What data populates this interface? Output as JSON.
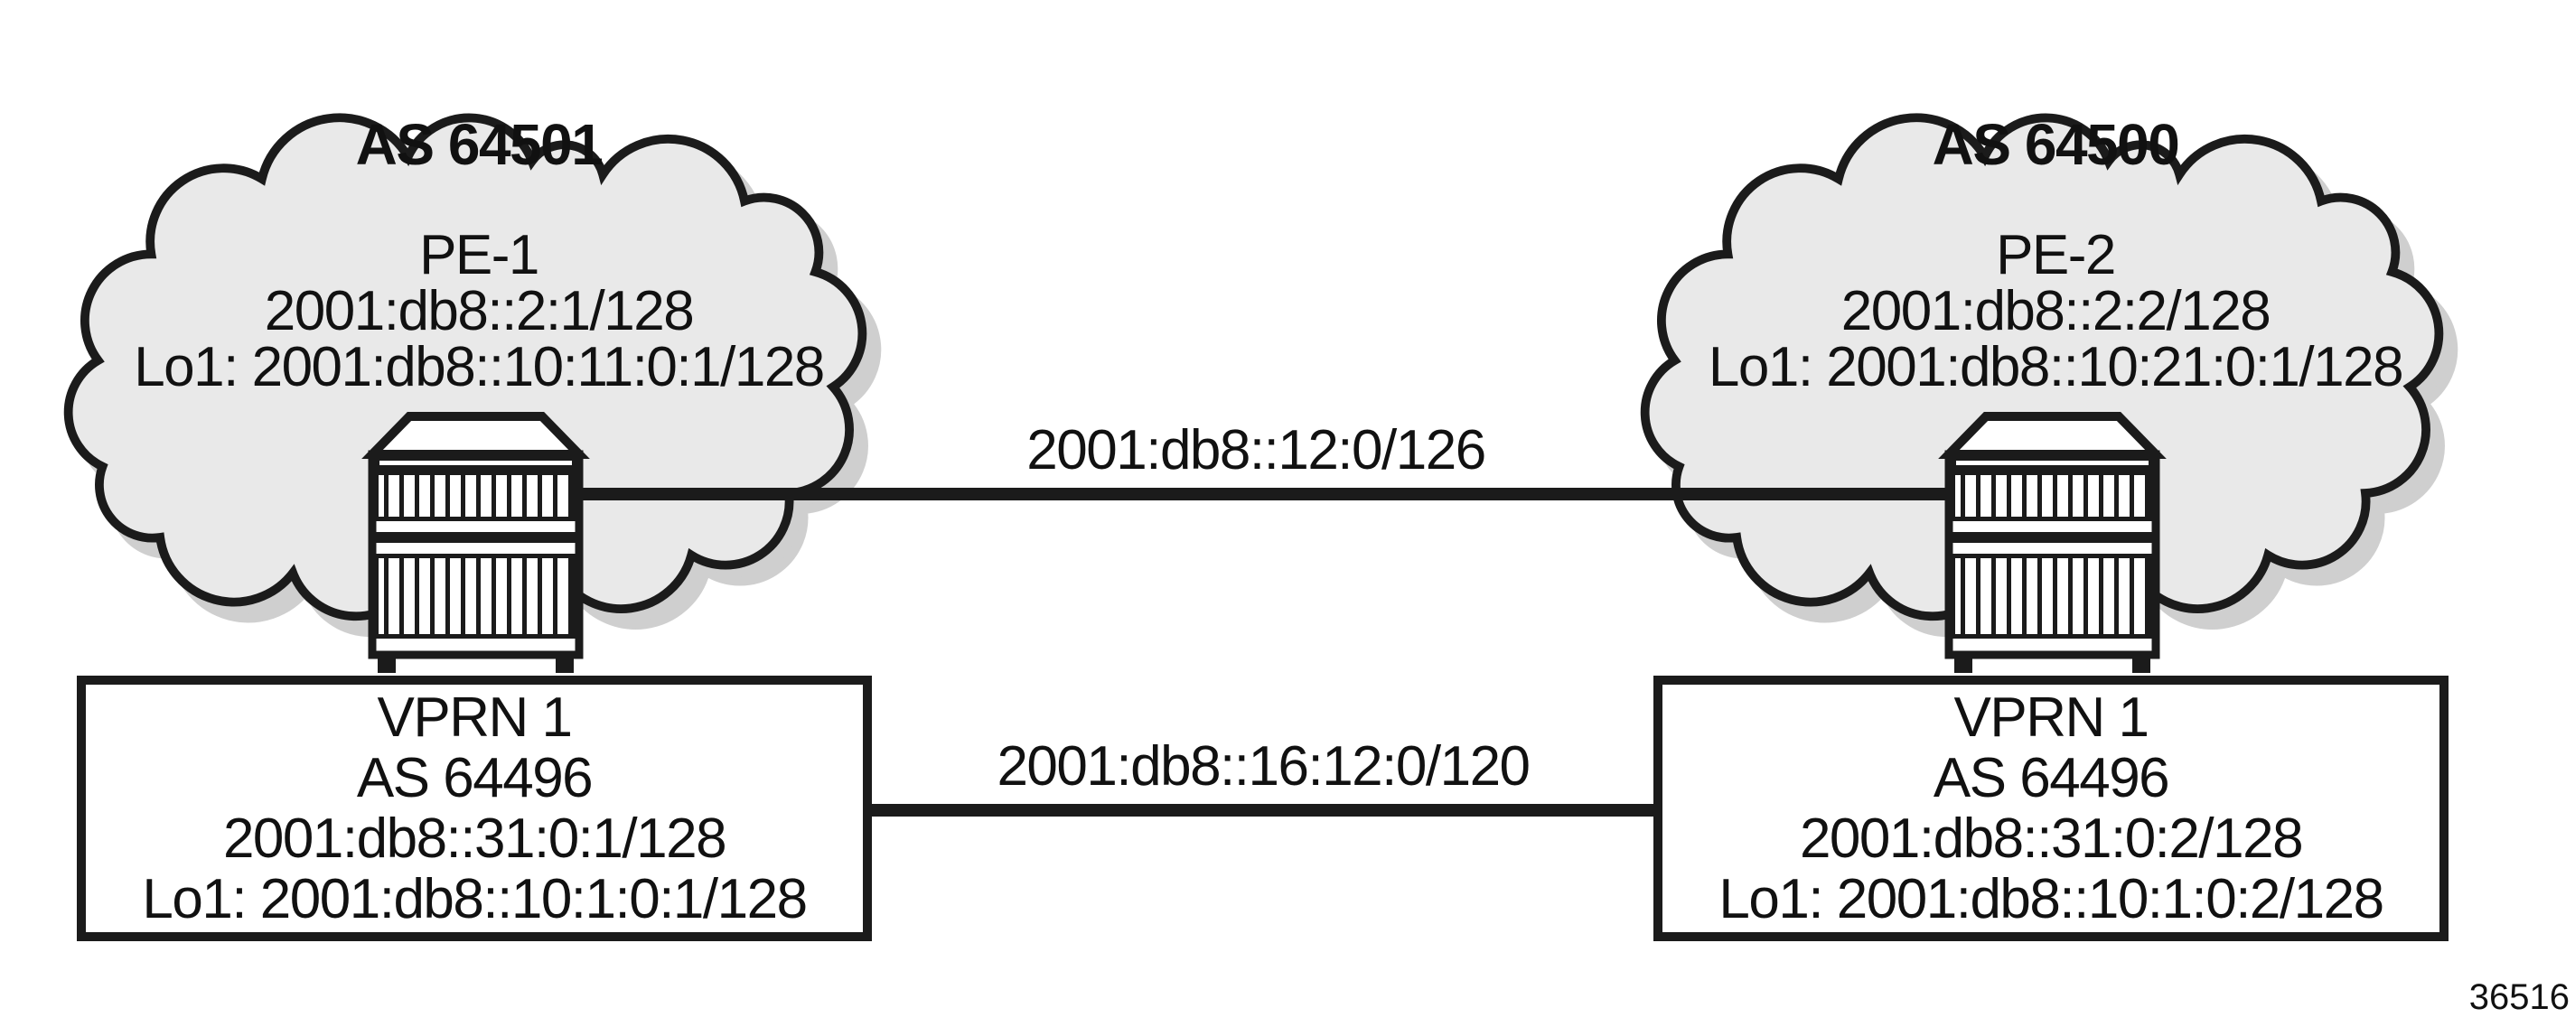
{
  "diagram": {
    "figure_id": "36516",
    "colors": {
      "outline": "#1b1b1b",
      "cloud_fill": "#e9e9e9",
      "shadow": "#cfcfcf",
      "text": "#111111",
      "background": "#ffffff"
    },
    "left_cloud": {
      "as_label": "AS 64501",
      "router_name": "PE-1",
      "system_ip": "2001:db8::2:1/128",
      "loopback": "Lo1: 2001:db8::10:11:0:1/128"
    },
    "right_cloud": {
      "as_label": "AS 64500",
      "router_name": "PE-2",
      "system_ip": "2001:db8::2:2/128",
      "loopback": "Lo1: 2001:db8::10:21:0:1/128"
    },
    "core_link": {
      "subnet": "2001:db8::12:0/126"
    },
    "vprn_link": {
      "subnet": "2001:db8::16:12:0/120"
    },
    "left_vprn": {
      "title": "VPRN 1",
      "as_label": "AS 64496",
      "ip": "2001:db8::31:0:1/128",
      "loopback": "Lo1: 2001:db8::10:1:0:1/128"
    },
    "right_vprn": {
      "title": "VPRN 1",
      "as_label": "AS 64496",
      "ip": "2001:db8::31:0:2/128",
      "loopback": "Lo1: 2001:db8::10:1:0:2/128"
    }
  }
}
